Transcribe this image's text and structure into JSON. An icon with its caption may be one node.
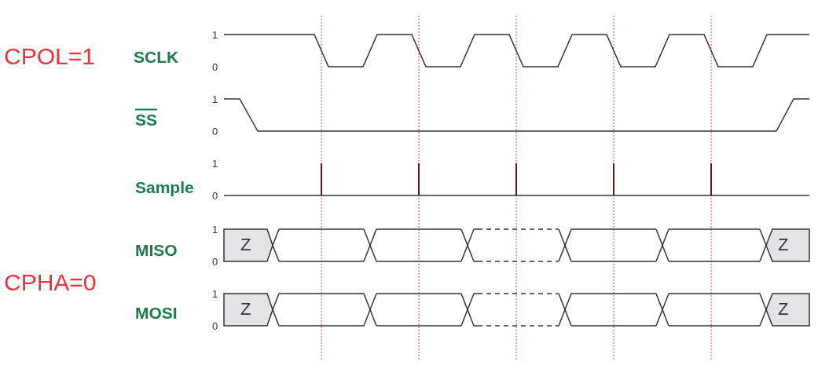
{
  "diagram": {
    "labels": [
      "CPOL=1",
      "SCLK",
      "1",
      "0",
      "SS",
      "1",
      "0",
      "Sample",
      "1",
      "0",
      "MISO",
      "1",
      "0",
      "Z",
      "Z",
      "CPHA=0",
      "MOSI",
      "1",
      "0",
      "Z",
      "Z"
    ]
  }
}
